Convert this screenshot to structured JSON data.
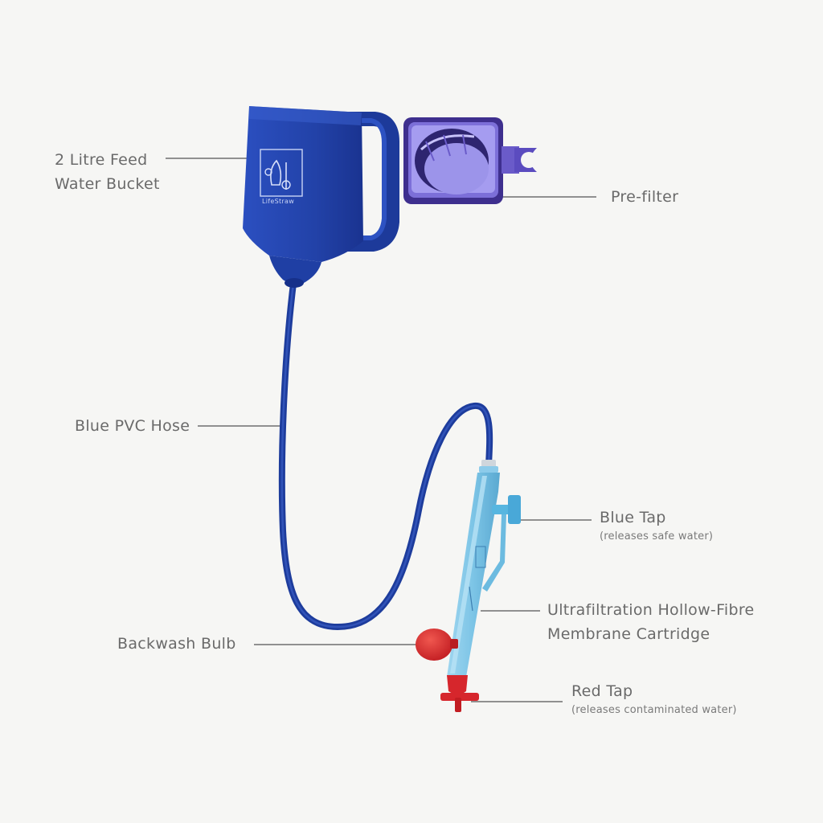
{
  "diagram": {
    "labels": {
      "feed_bucket": {
        "line1": "2 Litre Feed",
        "line2": "Water Bucket"
      },
      "pre_filter": {
        "text": "Pre-filter"
      },
      "hose": {
        "text": "Blue PVC Hose"
      },
      "blue_tap": {
        "text": "Blue Tap",
        "note": "(releases safe water)"
      },
      "cartridge": {
        "line1": "Ultrafiltration Hollow-Fibre",
        "line2": "Membrane Cartridge"
      },
      "backwash_bulb": {
        "text": "Backwash Bulb"
      },
      "red_tap": {
        "text": "Red Tap",
        "note": "(releases contaminated water)"
      }
    },
    "bucket_brand": "LifeStraw"
  },
  "colors": {
    "bucket_blue": "#2443a8",
    "hose_blue": "#1d3c9c",
    "prefilter_purple": "#6a5bc9",
    "cartridge_light_blue": "#7cc4e6",
    "bulb_red": "#d6262c",
    "leader_line": "#6f6f6f",
    "label_text": "#6a6a6a"
  }
}
